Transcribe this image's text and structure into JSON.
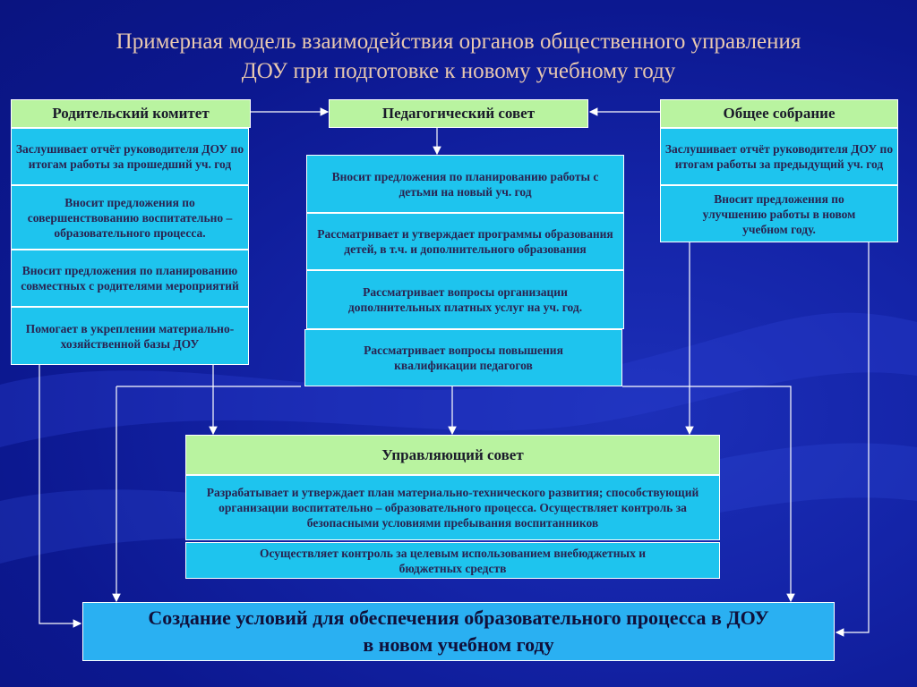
{
  "title": {
    "line1": "Примерная модель  взаимодействия органов общественного управления",
    "line2": "ДОУ при подготовке к новому учебному году"
  },
  "parent_committee": {
    "header": "Родительский комитет",
    "items": [
      "Заслушивает отчёт руководителя ДОУ по итогам работы за прошедший уч. год",
      "Вносит предложения по совершенствованию воспитательно – образовательного процесса.",
      "Вносит предложения по планированию совместных с родителями мероприятий",
      "Помогает  в укреплении материально- хозяйственной базы ДОУ"
    ]
  },
  "pedagogical_council": {
    "header": "Педагогический совет",
    "items": [
      "Вносит предложения по планированию работы с детьми на новый уч. год",
      "Рассматривает и утверждает программы образования детей, в т.ч. и дополнительного образования",
      "Рассматривает вопросы организации дополнительных платных услуг на уч. год.",
      "Рассматривает вопросы повышения квалификации педагогов"
    ]
  },
  "general_meeting": {
    "header": "Общее собрание",
    "items": [
      "Заслушивает отчёт руководителя ДОУ по итогам работы за предыдущий уч. год",
      "Вносит предложения по улучшению работы в новом учебном году."
    ]
  },
  "governing_council": {
    "header": "Управляющий совет",
    "items": [
      "Разрабатывает и  утверждает  план материально-технического развития; способствующий организации воспитательно – образовательного процесса. Осуществляет контроль за безопасными условиями пребывания воспитанников",
      "Осуществляет контроль за целевым использованием внебюджетных и бюджетных средств"
    ]
  },
  "result": {
    "line1": "Создание условий для обеспечения образовательного процесса в ДОУ",
    "line2": "в новом учебном году"
  },
  "colors": {
    "background": "#1424a8",
    "header_fill": "#b9f3a0",
    "item_fill": "#1ec4ee",
    "result_fill": "#2ab0f2",
    "title_text": "#e8c8b0",
    "connector": "#ffffff"
  }
}
